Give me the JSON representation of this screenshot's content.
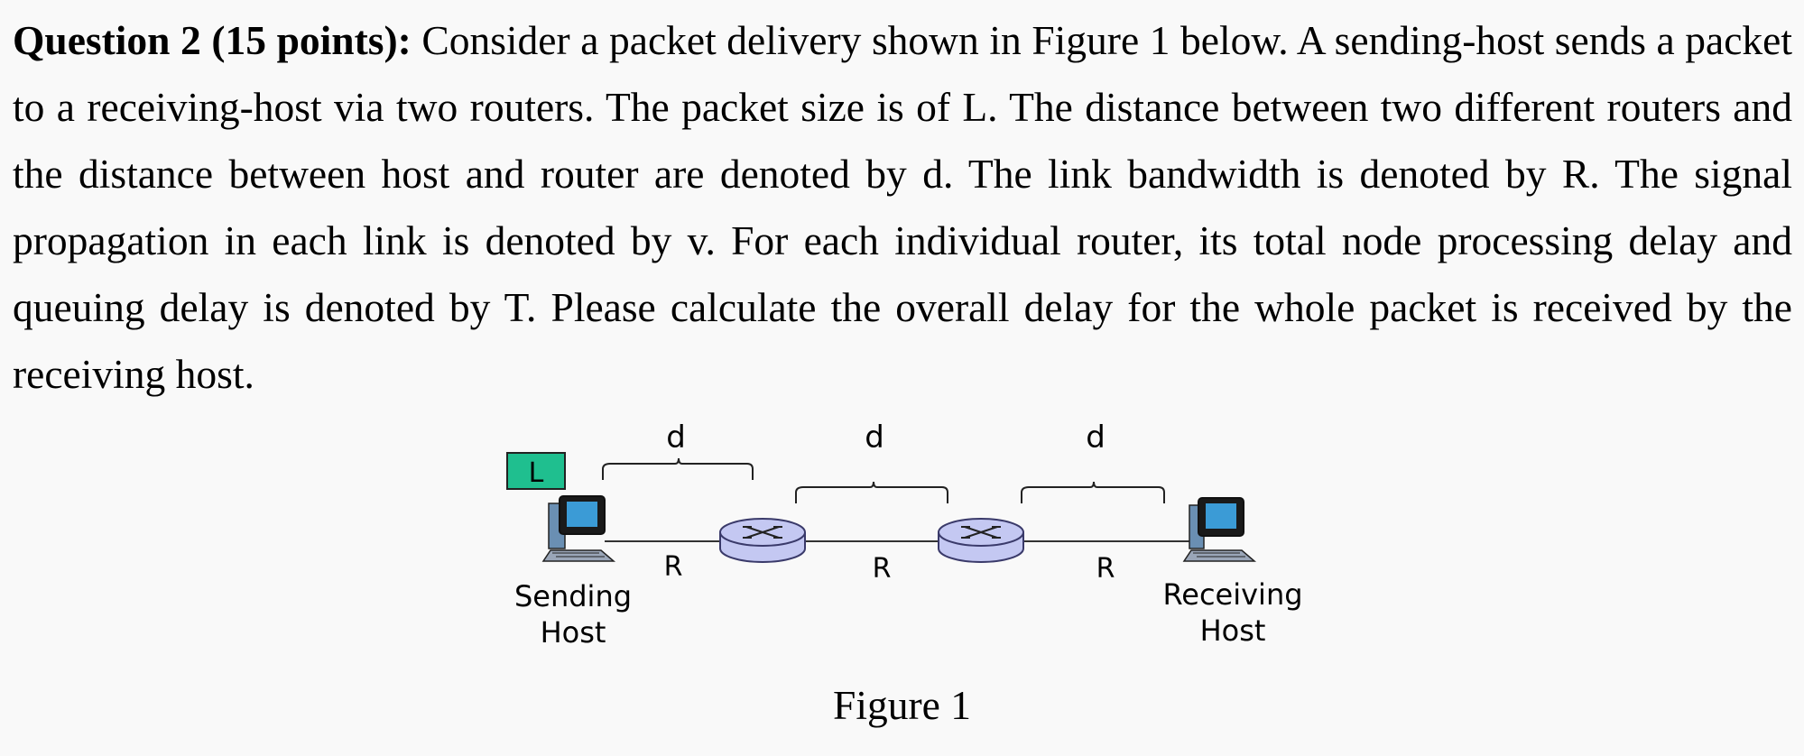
{
  "question": {
    "heading": "Question 2 (15 points):",
    "body": " Consider a packet delivery shown in Figure 1 below. A sending-host sends a packet to a receiving-host via two routers. The packet size is of L. The distance between two different routers and the distance between host and router are denoted by d. The link bandwidth is denoted by R. The signal propagation in each link is denoted by v. For each individual router, its total node processing delay and queuing delay is denoted by T. Please calculate the overall delay for the whole packet is received by the receiving host."
  },
  "figure": {
    "packet_label": "L",
    "distance_labels": [
      "d",
      "d",
      "d"
    ],
    "bandwidth_labels": [
      "R",
      "R",
      "R"
    ],
    "sending_host": [
      "Sending",
      "Host"
    ],
    "receiving_host": [
      "Receiving",
      "Host"
    ],
    "colors": {
      "packet_fill": "#1fbf8f",
      "router_fill": "#c4c8f2",
      "router_stroke": "#3a3a6a",
      "monitor_blue": "#3b9bd6",
      "line": "#333333"
    }
  },
  "caption": "Figure 1"
}
